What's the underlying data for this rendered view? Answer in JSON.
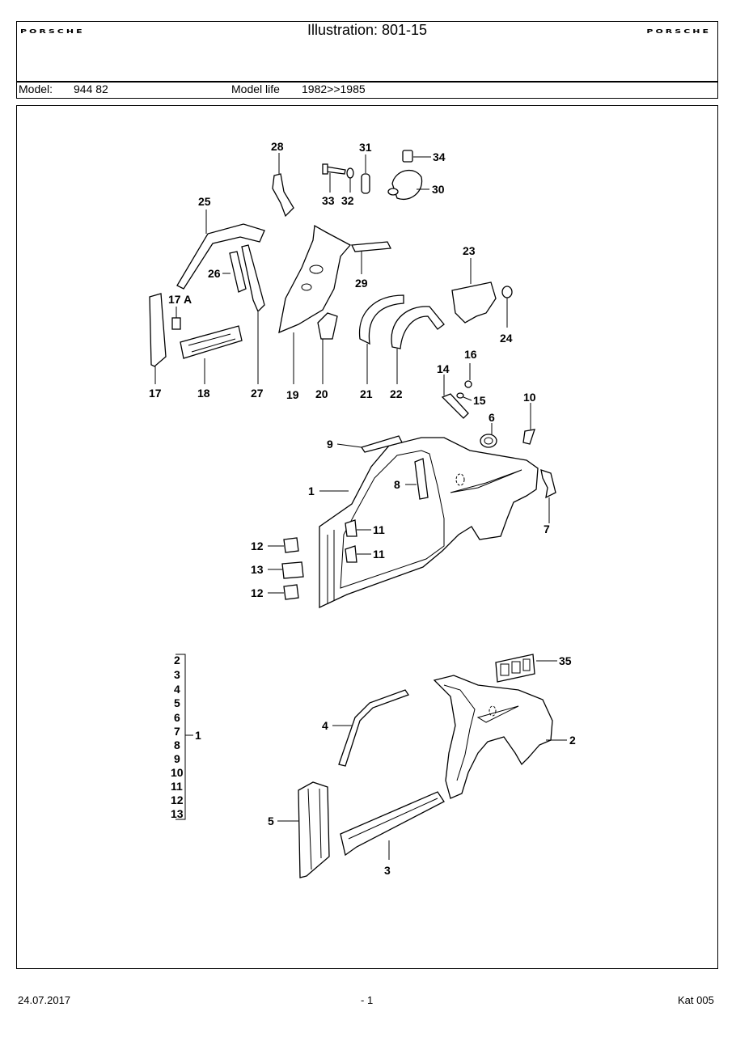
{
  "header": {
    "brand_left": "PORSCHE",
    "brand_right": "PORSCHE",
    "title": "Illustration: 801-15",
    "model_label": "Model:",
    "model_value": "944 82",
    "model_life_label": "Model life",
    "model_life_value": "1982>>1985"
  },
  "callouts": {
    "c1": "1",
    "c2": "2",
    "c3": "3",
    "c4": "4",
    "c5": "5",
    "c6": "6",
    "c7": "7",
    "c8": "8",
    "c9": "9",
    "c10": "10",
    "c11a": "11",
    "c11b": "11",
    "c12a": "12",
    "c12b": "12",
    "c13": "13",
    "c14": "14",
    "c15": "15",
    "c16": "16",
    "c17": "17",
    "c17a": "17 A",
    "c18": "18",
    "c19": "19",
    "c20": "20",
    "c21": "21",
    "c22": "22",
    "c23": "23",
    "c24": "24",
    "c25": "25",
    "c26": "26",
    "c27": "27",
    "c28": "28",
    "c29": "29",
    "c30": "30",
    "c31": "31",
    "c32": "32",
    "c33": "33",
    "c34": "34",
    "c35": "35"
  },
  "bracket_list": {
    "items": [
      "2",
      "3",
      "4",
      "5",
      "6",
      "7",
      "8",
      "9",
      "10",
      "11",
      "12",
      "13"
    ],
    "target": "1"
  },
  "footer": {
    "date": "24.07.2017",
    "page": "- 1",
    "catalog": "Kat 005"
  }
}
